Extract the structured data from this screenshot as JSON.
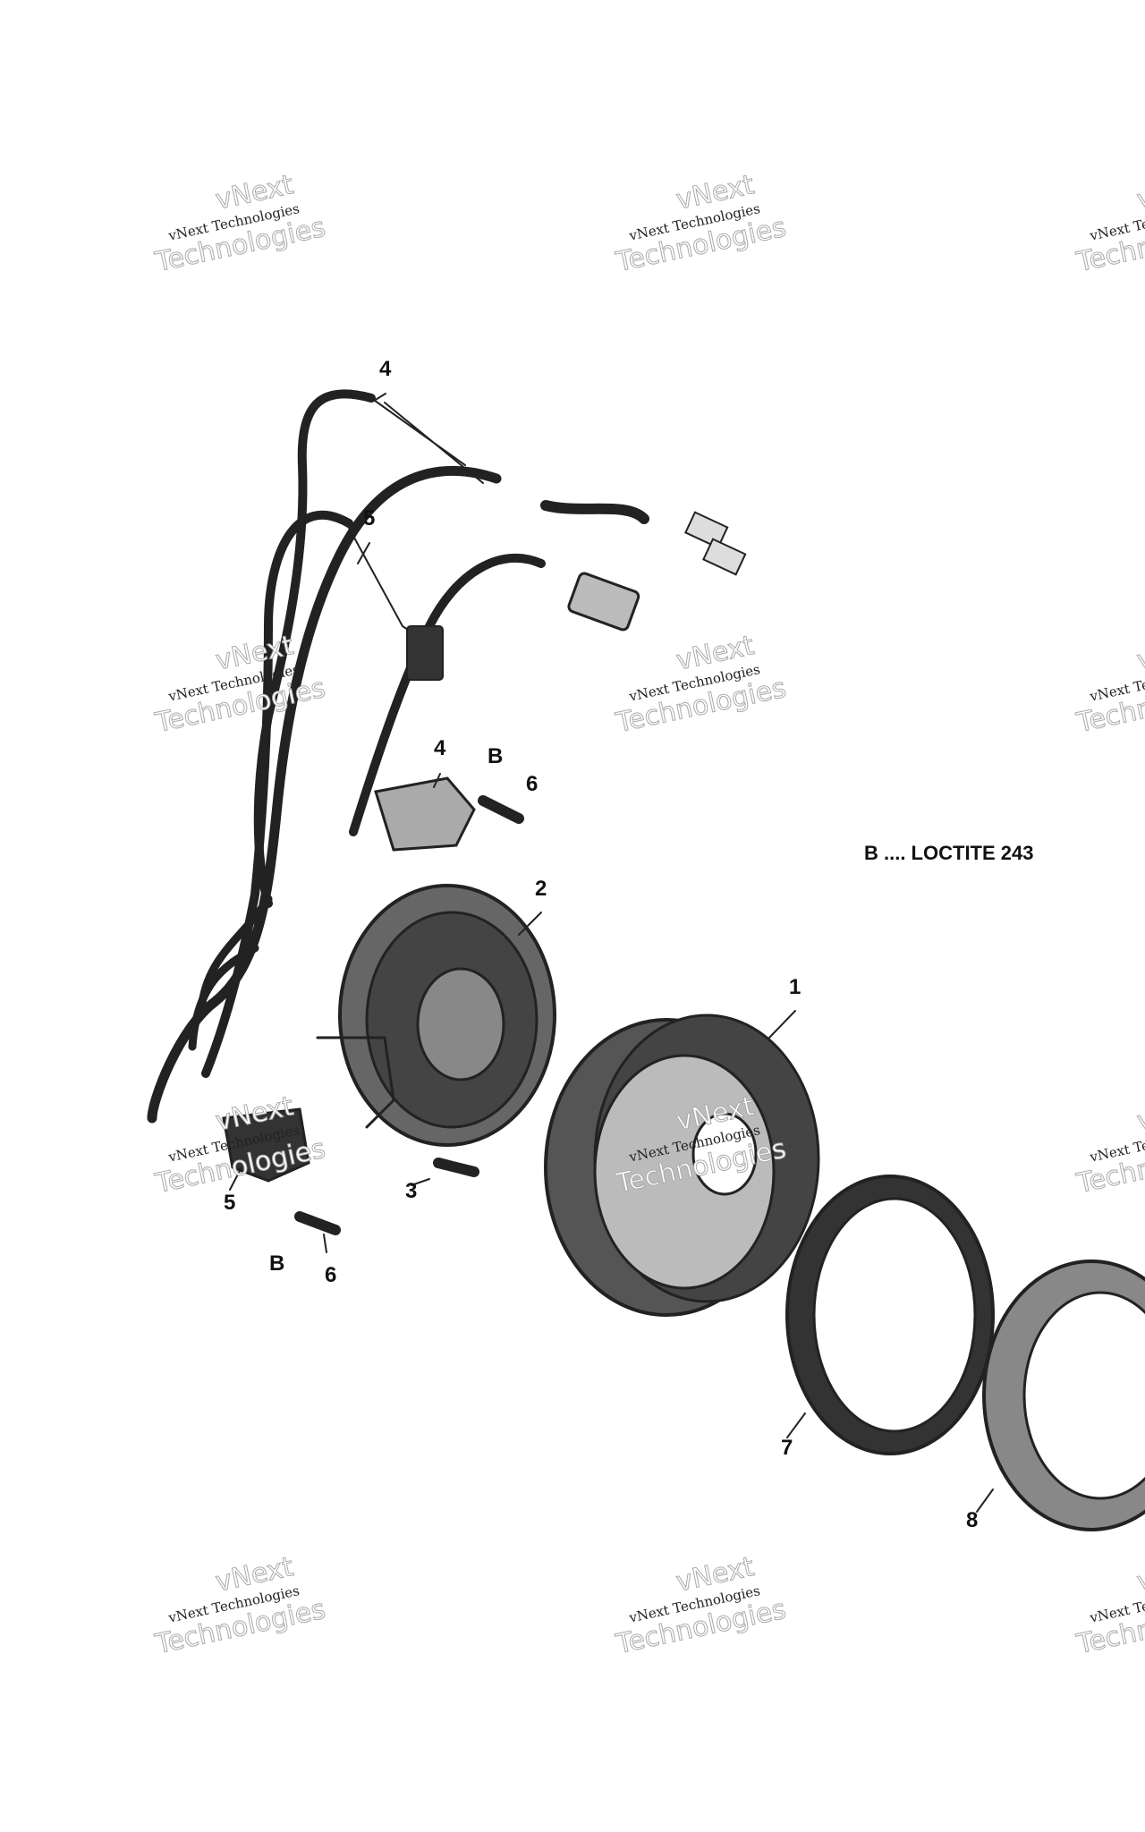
{
  "legend": {
    "text": "B .... LOCTITE 243"
  },
  "callouts": [
    {
      "label": "4"
    },
    {
      "label": "5"
    },
    {
      "label": "4"
    },
    {
      "label": "B"
    },
    {
      "label": "6"
    },
    {
      "label": "2"
    },
    {
      "label": "1"
    },
    {
      "label": "3"
    },
    {
      "label": "5"
    },
    {
      "label": "B"
    },
    {
      "label": "6"
    },
    {
      "label": "7"
    },
    {
      "label": "8"
    }
  ],
  "watermark": {
    "big_top": "vNext",
    "big_bottom": "Technologies",
    "small": "vNext Technologies"
  }
}
